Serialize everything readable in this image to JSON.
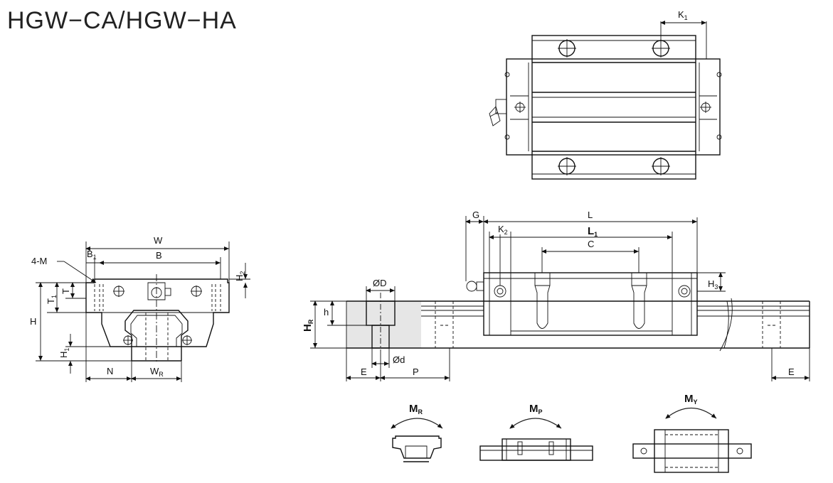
{
  "title": "HGW−CA/HGW−HA",
  "labels": {
    "K1": "K",
    "K1_sub": "1",
    "K2": "K",
    "K2_sub": "2",
    "W": "W",
    "B": "B",
    "B1": "B",
    "B1_sub": "1",
    "M4": "4-M",
    "H": "H",
    "H1": "H",
    "H1_sub": "1",
    "H2": "H",
    "H2_sub": "2",
    "H3": "H",
    "H3_sub": "3",
    "T": "T",
    "T1": "T",
    "T1_sub": "1",
    "N": "N",
    "WR": "W",
    "WR_sub": "R",
    "G": "G",
    "L": "L",
    "L1": "L",
    "L1_sub": "1",
    "C": "C",
    "phiD": "ØD",
    "phid": "Ød",
    "h": "h",
    "HR": "H",
    "HR_sub": "R",
    "E": "E",
    "P": "P",
    "E_right": "E",
    "MR": "M",
    "MR_sub": "R",
    "MP": "M",
    "MP_sub": "P",
    "MY": "M",
    "MY_sub": "Y"
  },
  "colors": {
    "line": "#111111",
    "rail_fill": "#e6e6e6",
    "background": "#ffffff"
  }
}
